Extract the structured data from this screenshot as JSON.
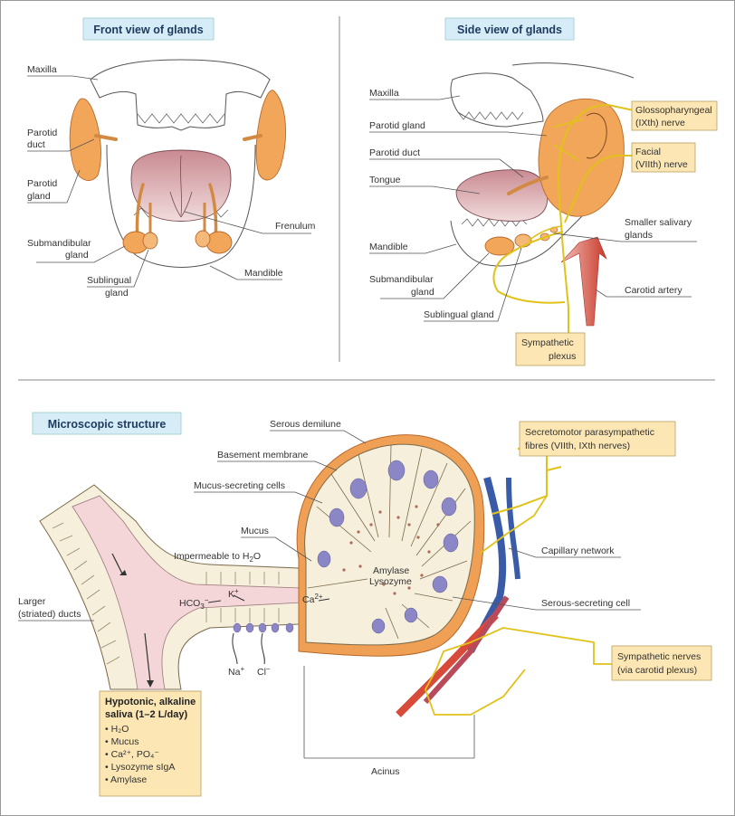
{
  "panels": {
    "front": {
      "title": "Front view of glands"
    },
    "side": {
      "title": "Side view of glands"
    },
    "micro": {
      "title": "Microscopic structure"
    }
  },
  "front_labels": {
    "maxilla": "Maxilla",
    "parotid_duct_1": "Parotid",
    "parotid_duct_2": "duct",
    "parotid_gland_1": "Parotid",
    "parotid_gland_2": "gland",
    "submandibular_1": "Submandibular",
    "submandibular_2": "gland",
    "sublingual_1": "Sublingual",
    "sublingual_2": "gland",
    "frenulum": "Frenulum",
    "mandible": "Mandible"
  },
  "side_labels": {
    "maxilla": "Maxilla",
    "parotid_gland": "Parotid gland",
    "parotid_duct": "Parotid duct",
    "tongue": "Tongue",
    "mandible": "Mandible",
    "submandibular_1": "Submandibular",
    "submandibular_2": "gland",
    "sublingual": "Sublingual gland",
    "glosso_1": "Glossopharyngeal",
    "glosso_2": "(IXth) nerve",
    "facial_1": "Facial",
    "facial_2": "(VIIth) nerve",
    "smaller_1": "Smaller salivary",
    "smaller_2": "glands",
    "carotid": "Carotid artery",
    "sympathetic_1": "Sympathetic",
    "sympathetic_2": "plexus"
  },
  "micro_labels": {
    "serous_demilune": "Serous demilune",
    "basement_membrane": "Basement membrane",
    "mucus_cells": "Mucus-secreting cells",
    "mucus": "Mucus",
    "impermeable": "Impermeable to H",
    "impermeable_sub": "2",
    "impermeable_end": "O",
    "amylase": "Amylase",
    "lysozyme": "Lysozyme",
    "larger_1": "Larger",
    "larger_2": "(striated) ducts",
    "hco3": "HCO",
    "hco3_sub": "3",
    "hco3_sup": "−",
    "k": "K",
    "k_sup": "+",
    "ca": "Ca",
    "ca_sup": "2+",
    "na": "Na",
    "na_sup": "+",
    "cl": "Cl",
    "cl_sup": "−",
    "capillary": "Capillary network",
    "serous_cell": "Serous-secreting cell",
    "secreto_1": "Secretomotor parasympathetic",
    "secreto_2": "fibres (VIIth, IXth nerves)",
    "symp_nerves_1": "Sympathetic nerves",
    "symp_nerves_2": "(via carotid plexus)",
    "acinus": "Acinus"
  },
  "saliva_box": {
    "title_1": "Hypotonic, alkaline",
    "title_2": "saliva (1–2 L/day)",
    "items": [
      "• H₂O",
      "• Mucus",
      "• Ca²⁺, PO₄⁻",
      "• Lysozyme sIgA",
      "• Amylase"
    ]
  },
  "colors": {
    "title_box": "#d6ecf7",
    "label_box": "#fbe6b4",
    "gland": "#f2a65a",
    "duct_pink": "#f4d6d8",
    "nerve": "#e0c21a",
    "vein": "#3a5ca8",
    "artery": "#d84a3a",
    "nucleus": "#8b86c6",
    "cell_fill": "#f6efdc",
    "demilune": "#f0a055"
  }
}
